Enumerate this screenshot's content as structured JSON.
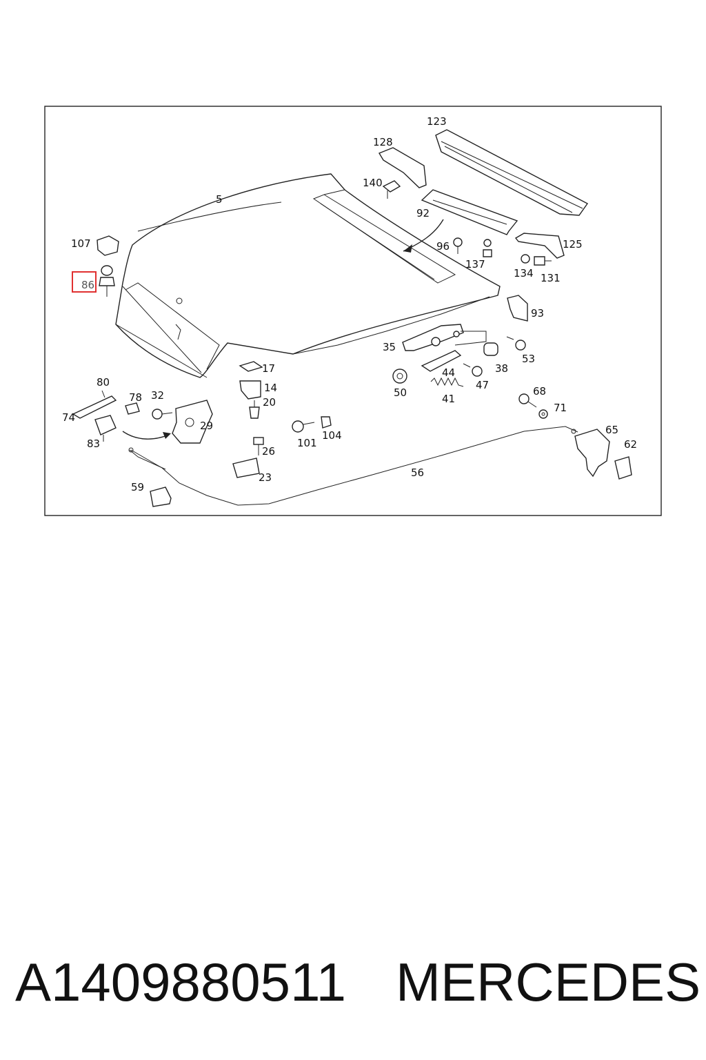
{
  "diagram": {
    "highlighted_part": "86",
    "callouts": [
      "123",
      "128",
      "140",
      "92",
      "5",
      "96",
      "125",
      "137",
      "107",
      "134",
      "131",
      "86",
      "93",
      "35",
      "53",
      "38",
      "17",
      "44",
      "47",
      "50",
      "14",
      "41",
      "80",
      "68",
      "71",
      "78",
      "32",
      "20",
      "74",
      "29",
      "65",
      "62",
      "104",
      "101",
      "26",
      "83",
      "56",
      "23",
      "59"
    ]
  },
  "footer": {
    "part_number": "A1409880511",
    "brand": "MERCEDES"
  }
}
